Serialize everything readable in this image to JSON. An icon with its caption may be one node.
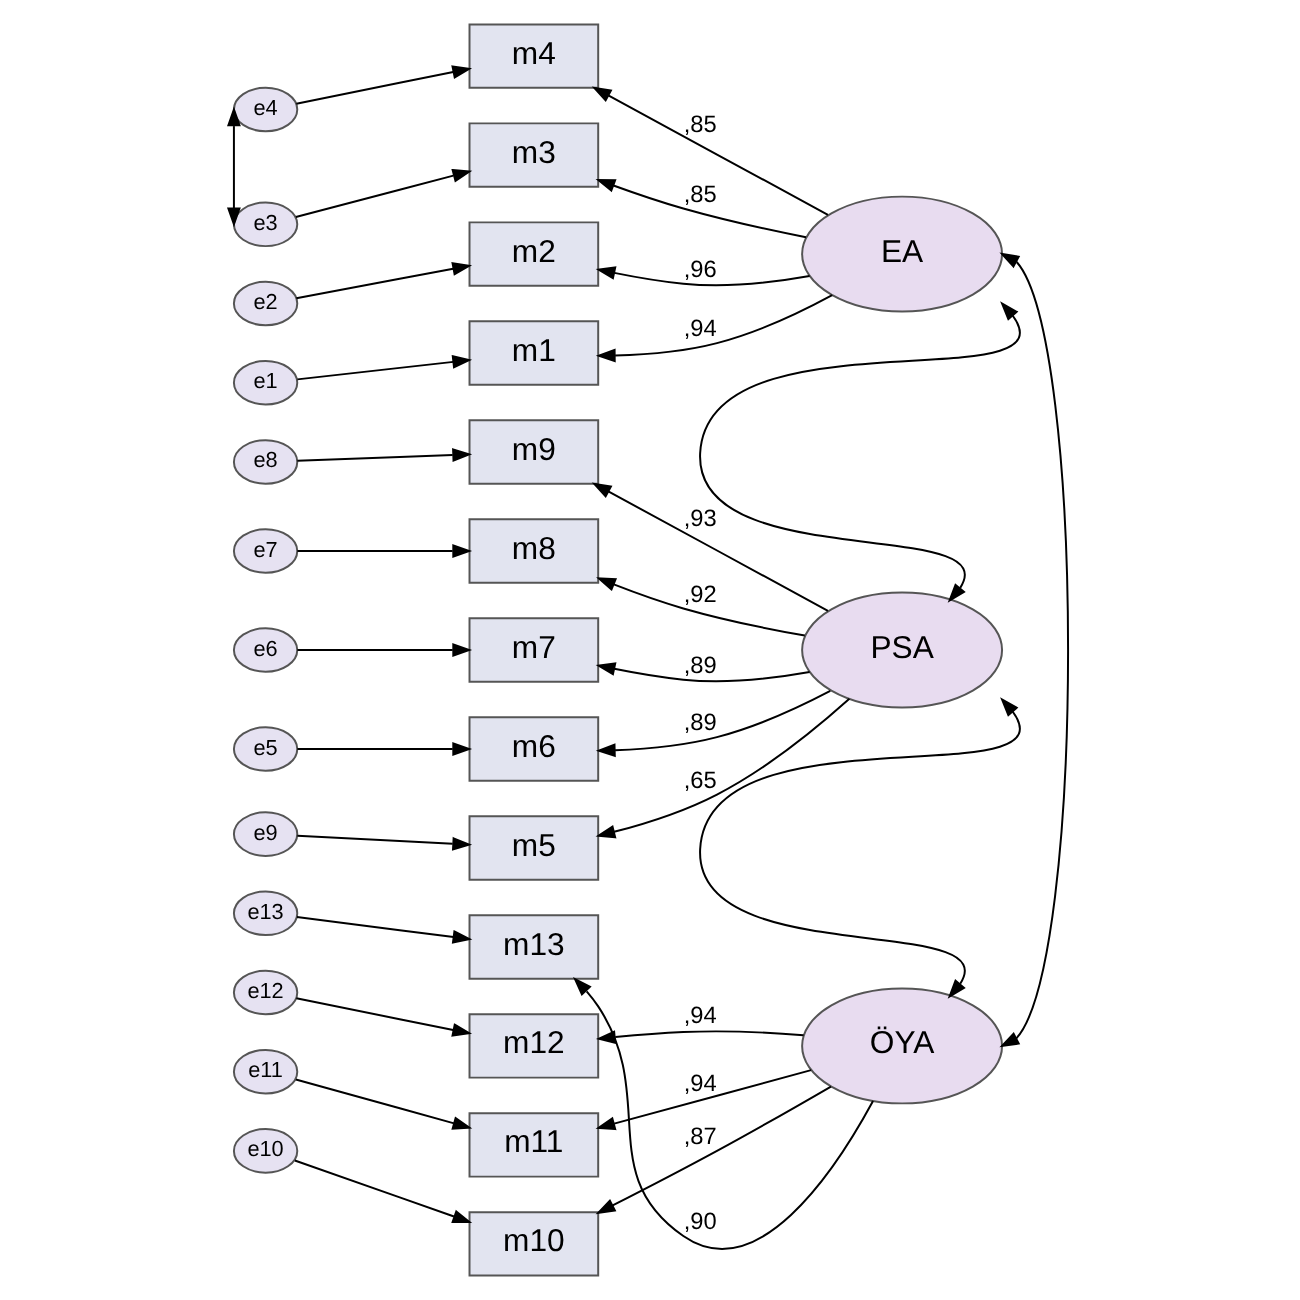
{
  "diagram": {
    "nodes": [
      {
        "text": [
          "e4"
        ]
      },
      {
        "text": [
          "m4"
        ]
      },
      {
        "text": [
          "e3"
        ]
      },
      {
        "text": [
          "m3"
        ]
      },
      {
        "text": [
          "e2"
        ]
      },
      {
        "text": [
          "m2"
        ]
      },
      {
        "text": [
          "e1"
        ]
      },
      {
        "text": [
          "m1"
        ]
      },
      {
        "text": [
          "EA"
        ]
      },
      {
        "text": [
          "e8"
        ]
      },
      {
        "text": [
          "m9"
        ]
      },
      {
        "text": [
          "e7"
        ]
      },
      {
        "text": [
          "m8"
        ]
      },
      {
        "text": [
          "e6"
        ]
      },
      {
        "text": [
          "m7"
        ]
      },
      {
        "text": [
          "e5"
        ]
      },
      {
        "text": [
          "m6"
        ]
      },
      {
        "text": [
          "e9"
        ]
      },
      {
        "text": [
          "m5"
        ]
      },
      {
        "text": [
          "PSA"
        ]
      },
      {
        "text": [
          "e13"
        ]
      },
      {
        "text": [
          "m13"
        ]
      },
      {
        "text": [
          "e12"
        ]
      },
      {
        "text": [
          "m12"
        ]
      },
      {
        "text": [
          "e11"
        ]
      },
      {
        "text": [
          "m11"
        ]
      },
      {
        "text": [
          "e10"
        ]
      },
      {
        "text": [
          "m10"
        ]
      },
      {
        "text": [
          "ÖYA"
        ]
      }
    ],
    "edges": [
      {
        "from": 0,
        "to": 1,
        "arrow": "to"
      },
      {
        "from": 2,
        "to": 3,
        "arrow": "to"
      },
      {
        "from": 4,
        "to": 5,
        "arrow": "to"
      },
      {
        "from": 6,
        "to": 7,
        "arrow": "to"
      },
      {
        "from": 9,
        "to": 10,
        "arrow": "to"
      },
      {
        "from": 11,
        "to": 12,
        "arrow": "to"
      },
      {
        "from": 13,
        "to": 14,
        "arrow": "to"
      },
      {
        "from": 15,
        "to": 16,
        "arrow": "to"
      },
      {
        "from": 17,
        "to": 18,
        "arrow": "to"
      },
      {
        "from": 20,
        "to": 21,
        "arrow": "to"
      },
      {
        "from": 22,
        "to": 23,
        "arrow": "to"
      },
      {
        "from": 24,
        "to": 25,
        "arrow": "to"
      },
      {
        "from": 26,
        "to": 27,
        "arrow": "to"
      },
      {
        "from": 0,
        "to": 2,
        "arrow": "both"
      },
      {
        "from": 8,
        "to": 1,
        "arrow": "to",
        "label": ",85"
      },
      {
        "from": 8,
        "to": 3,
        "arrow": "to",
        "label": ",85"
      },
      {
        "from": 8,
        "to": 5,
        "arrow": "to",
        "label": ",96"
      },
      {
        "from": 8,
        "to": 7,
        "arrow": "to",
        "label": ",94"
      },
      {
        "from": 19,
        "to": 10,
        "arrow": "to",
        "label": ",93"
      },
      {
        "from": 19,
        "to": 12,
        "arrow": "to",
        "label": ",92"
      },
      {
        "from": 19,
        "to": 14,
        "arrow": "to",
        "label": ",89"
      },
      {
        "from": 19,
        "to": 16,
        "arrow": "to",
        "label": ",89"
      },
      {
        "from": 19,
        "to": 18,
        "arrow": "to",
        "label": ",65"
      },
      {
        "from": 28,
        "to": 21,
        "arrow": "to",
        "label": ",90"
      },
      {
        "from": 28,
        "to": 23,
        "arrow": "to",
        "label": ",94"
      },
      {
        "from": 28,
        "to": 25,
        "arrow": "to",
        "label": ",94"
      },
      {
        "from": 28,
        "to": 27,
        "arrow": "to",
        "label": ",87"
      },
      {
        "from": 8,
        "to": 19,
        "arrow": "both"
      },
      {
        "from": 19,
        "to": 28,
        "arrow": "both"
      },
      {
        "from": 8,
        "to": 28,
        "arrow": "both"
      }
    ]
  }
}
